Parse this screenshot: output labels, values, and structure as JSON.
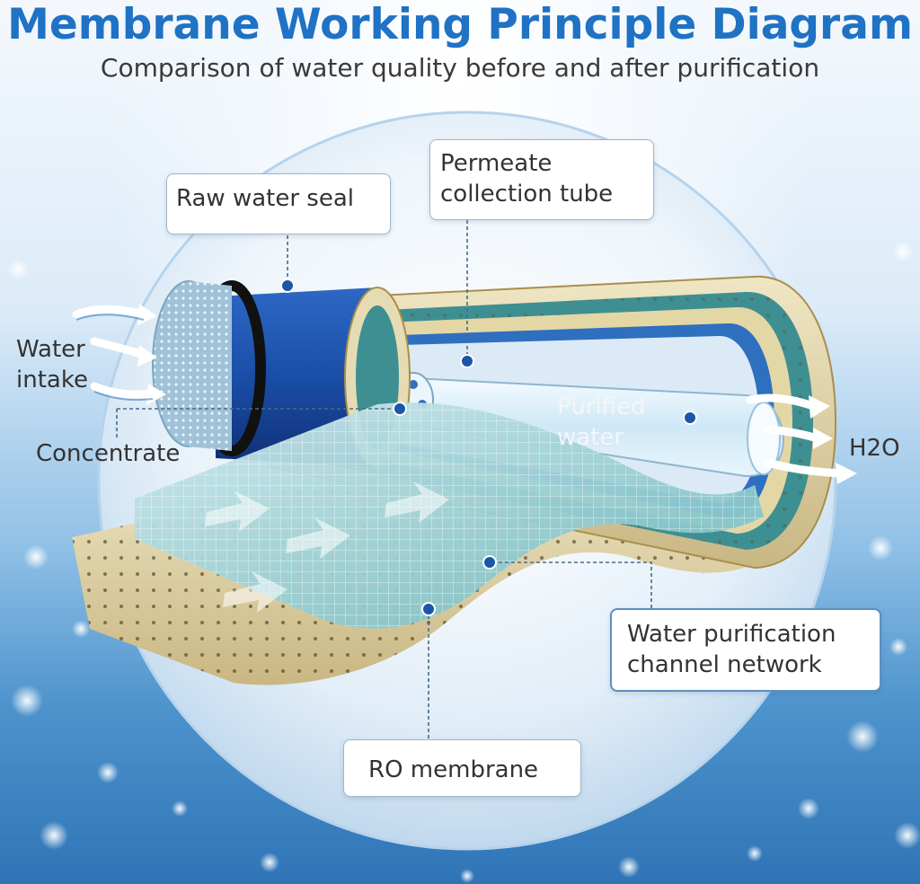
{
  "header": {
    "title": "Membrane Working Principle Diagram",
    "subtitle": "Comparison of water quality before and after purification"
  },
  "labels": {
    "raw_water_seal": "Raw water seal",
    "permeate_collection_tube": "Permeate\ncollection tube",
    "water_intake": "Water\nintake",
    "concentrate": "Concentrate",
    "purified_water": "Purified\nwater",
    "h2o": "H2O",
    "water_purification_channel_network": "Water purification\nchannel network",
    "ro_membrane": "RO membrane"
  },
  "colors": {
    "title": "#1f72c4",
    "membrane_blue": "#1c4fa8",
    "wrap_beige": "#e6dcb4",
    "mesh_teal": "#4fa7a8"
  }
}
